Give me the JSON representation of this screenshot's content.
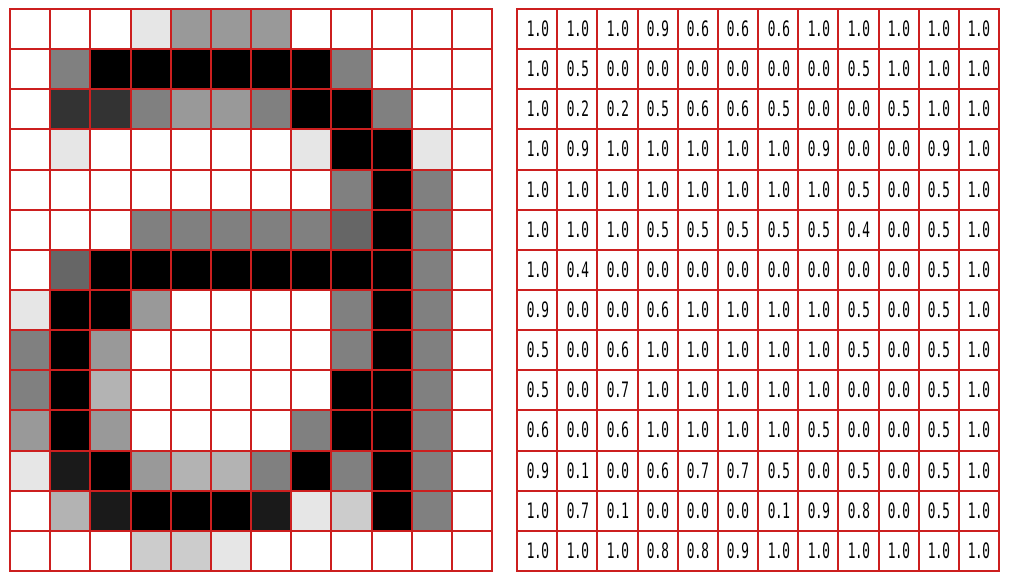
{
  "colors": {
    "grid_line": "#cc1f1f",
    "background": "#ffffff",
    "ink": "#000000"
  },
  "pixel_values": [
    [
      "1.0",
      "1.0",
      "1.0",
      "0.9",
      "0.6",
      "0.6",
      "0.6",
      "1.0",
      "1.0",
      "1.0",
      "1.0",
      "1.0"
    ],
    [
      "1.0",
      "0.5",
      "0.0",
      "0.0",
      "0.0",
      "0.0",
      "0.0",
      "0.0",
      "0.5",
      "1.0",
      "1.0",
      "1.0"
    ],
    [
      "1.0",
      "0.2",
      "0.2",
      "0.5",
      "0.6",
      "0.6",
      "0.5",
      "0.0",
      "0.0",
      "0.5",
      "1.0",
      "1.0"
    ],
    [
      "1.0",
      "0.9",
      "1.0",
      "1.0",
      "1.0",
      "1.0",
      "1.0",
      "0.9",
      "0.0",
      "0.0",
      "0.9",
      "1.0"
    ],
    [
      "1.0",
      "1.0",
      "1.0",
      "1.0",
      "1.0",
      "1.0",
      "1.0",
      "1.0",
      "0.5",
      "0.0",
      "0.5",
      "1.0"
    ],
    [
      "1.0",
      "1.0",
      "1.0",
      "0.5",
      "0.5",
      "0.5",
      "0.5",
      "0.5",
      "0.4",
      "0.0",
      "0.5",
      "1.0"
    ],
    [
      "1.0",
      "0.4",
      "0.0",
      "0.0",
      "0.0",
      "0.0",
      "0.0",
      "0.0",
      "0.0",
      "0.0",
      "0.5",
      "1.0"
    ],
    [
      "0.9",
      "0.0",
      "0.0",
      "0.6",
      "1.0",
      "1.0",
      "1.0",
      "1.0",
      "0.5",
      "0.0",
      "0.5",
      "1.0"
    ],
    [
      "0.5",
      "0.0",
      "0.6",
      "1.0",
      "1.0",
      "1.0",
      "1.0",
      "1.0",
      "0.5",
      "0.0",
      "0.5",
      "1.0"
    ],
    [
      "0.5",
      "0.0",
      "0.7",
      "1.0",
      "1.0",
      "1.0",
      "1.0",
      "1.0",
      "0.0",
      "0.0",
      "0.5",
      "1.0"
    ],
    [
      "0.6",
      "0.0",
      "0.6",
      "1.0",
      "1.0",
      "1.0",
      "1.0",
      "0.5",
      "0.0",
      "0.0",
      "0.5",
      "1.0"
    ],
    [
      "0.9",
      "0.1",
      "0.0",
      "0.6",
      "0.7",
      "0.7",
      "0.5",
      "0.0",
      "0.5",
      "0.0",
      "0.5",
      "1.0"
    ],
    [
      "1.0",
      "0.7",
      "0.1",
      "0.0",
      "0.0",
      "0.0",
      "0.1",
      "0.9",
      "0.8",
      "0.0",
      "0.5",
      "1.0"
    ],
    [
      "1.0",
      "1.0",
      "1.0",
      "0.8",
      "0.8",
      "0.9",
      "1.0",
      "1.0",
      "1.0",
      "1.0",
      "1.0",
      "1.0"
    ]
  ]
}
